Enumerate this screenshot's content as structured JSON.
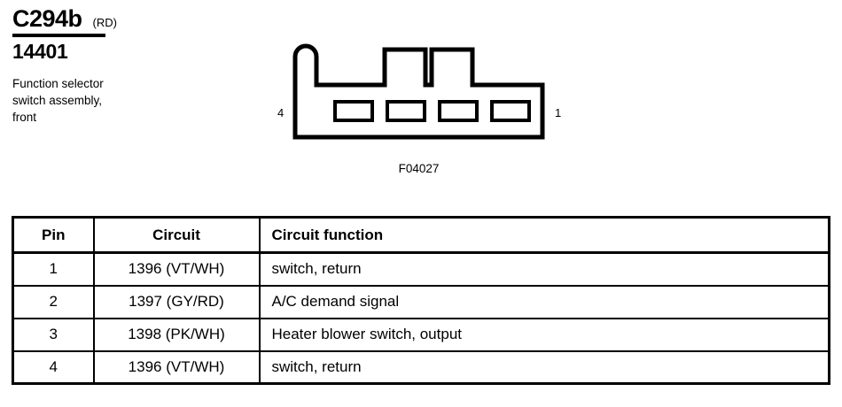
{
  "header": {
    "connector_id": "C294b",
    "connector_color": "(RD)",
    "part_number": "14401",
    "description_lines": [
      "Function selector",
      "switch assembly,",
      "front"
    ]
  },
  "connector_figure": {
    "figure_code": "F04027",
    "pin_number_left": "4",
    "pin_number_right": "1",
    "cavity_count": 4,
    "top_tab_count": 2
  },
  "table": {
    "headers": {
      "pin": "Pin",
      "circuit": "Circuit",
      "function": "Circuit function"
    },
    "rows": [
      {
        "pin": "1",
        "circuit": "1396 (VT/WH)",
        "function": "switch, return"
      },
      {
        "pin": "2",
        "circuit": "1397 (GY/RD)",
        "function": "A/C demand signal"
      },
      {
        "pin": "3",
        "circuit": "1398 (PK/WH)",
        "function": "Heater blower switch, output"
      },
      {
        "pin": "4",
        "circuit": "1396 (VT/WH)",
        "function": "switch, return"
      }
    ]
  },
  "colors": {
    "ink": "#000000",
    "paper": "#ffffff"
  }
}
